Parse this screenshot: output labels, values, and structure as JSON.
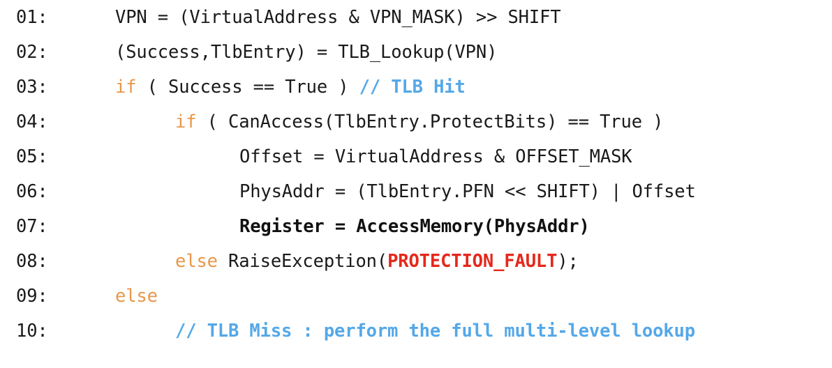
{
  "document": {
    "kind": "code-listing",
    "language": "pseudocode",
    "background_color": "#ffffff",
    "palette": {
      "text": "#1a1a1a",
      "keyword": "#e8974a",
      "comment": "#54a8e8",
      "error": "#e5281c",
      "bold_text": "#111111"
    }
  },
  "lines": [
    {
      "number": "01:",
      "indent": "indent-0",
      "tokens": [
        {
          "text": "VPN = (VirtualAddress & VPN_MASK) >> SHIFT",
          "style": "tok-plain"
        }
      ]
    },
    {
      "number": "02:",
      "indent": "indent-0",
      "tokens": [
        {
          "text": "(Success,TlbEntry) = TLB_Lookup(VPN)",
          "style": "tok-plain"
        }
      ]
    },
    {
      "number": "03:",
      "indent": "indent-0",
      "tokens": [
        {
          "text": "if",
          "style": "tok-keyword"
        },
        {
          "text": " ( Success == True ) ",
          "style": "tok-plain"
        },
        {
          "text": "// TLB Hit",
          "style": "tok-comment"
        }
      ]
    },
    {
      "number": "04:",
      "indent": "indent-2",
      "tokens": [
        {
          "text": "if",
          "style": "tok-keyword"
        },
        {
          "text": " ( CanAccess(TlbEntry.ProtectBits) == True )",
          "style": "tok-plain"
        }
      ]
    },
    {
      "number": "05:",
      "indent": "indent-4",
      "tokens": [
        {
          "text": "Offset = VirtualAddress & OFFSET_MASK",
          "style": "tok-plain"
        }
      ]
    },
    {
      "number": "06:",
      "indent": "indent-4",
      "tokens": [
        {
          "text": "PhysAddr = (TlbEntry.PFN << SHIFT) | Offset",
          "style": "tok-plain"
        }
      ]
    },
    {
      "number": "07:",
      "indent": "indent-4",
      "tokens": [
        {
          "text": "Register = AccessMemory(PhysAddr)",
          "style": "tok-strong"
        }
      ]
    },
    {
      "number": "08:",
      "indent": "indent-2",
      "tokens": [
        {
          "text": "else",
          "style": "tok-keyword"
        },
        {
          "text": " RaiseException(",
          "style": "tok-plain"
        },
        {
          "text": "PROTECTION_FAULT",
          "style": "tok-error"
        },
        {
          "text": ");",
          "style": "tok-plain"
        }
      ]
    },
    {
      "number": "09:",
      "indent": "indent-0",
      "tokens": [
        {
          "text": "else",
          "style": "tok-keyword"
        }
      ]
    },
    {
      "number": "10:",
      "indent": "indent-2",
      "tokens": [
        {
          "text": "// TLB Miss : perform the full multi-level lookup",
          "style": "tok-comment"
        }
      ]
    }
  ]
}
